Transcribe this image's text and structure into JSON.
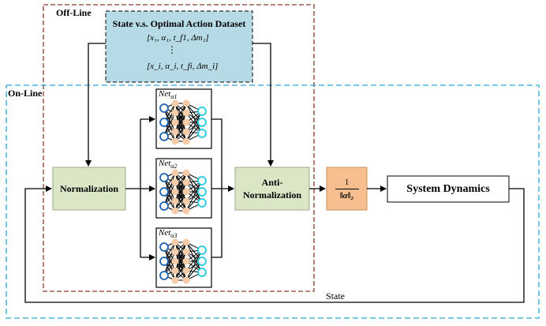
{
  "regions": {
    "offline_label": "Off-Line",
    "online_label": "On-Line"
  },
  "dataset": {
    "title": "State v.s. Optimal Action Dataset",
    "row_first": "[x₁, α₁, t_f1, Δm₁]",
    "row_dots": "⋮",
    "row_last": "[x_i, α_i, t_fi, Δm_i]"
  },
  "blocks": {
    "normalization": "Normalization",
    "anti_normalization_line1": "Anti-",
    "anti_normalization_line2": "Normalization",
    "system_dynamics": "System Dynamics",
    "norm_block_numerator": "1",
    "norm_block_denominator": "‖α‖₂"
  },
  "networks": [
    {
      "label_main": "Net",
      "label_sub": "α1"
    },
    {
      "label_main": "Net",
      "label_sub": "α2"
    },
    {
      "label_main": "Net",
      "label_sub": "α3"
    }
  ],
  "feedback": {
    "label": "State"
  },
  "colors": {
    "offline_border": "#8b3a2a",
    "online_border": "#29a8d8",
    "dataset_fill": "#b7dbe6",
    "block_fill": "#dbe6c6",
    "block_border": "#9aa88a",
    "norm_fill": "#f7bf8f",
    "input_node": "#1a64b0",
    "hidden_node": "#f5cba8",
    "output_node": "#1ecbe1"
  }
}
